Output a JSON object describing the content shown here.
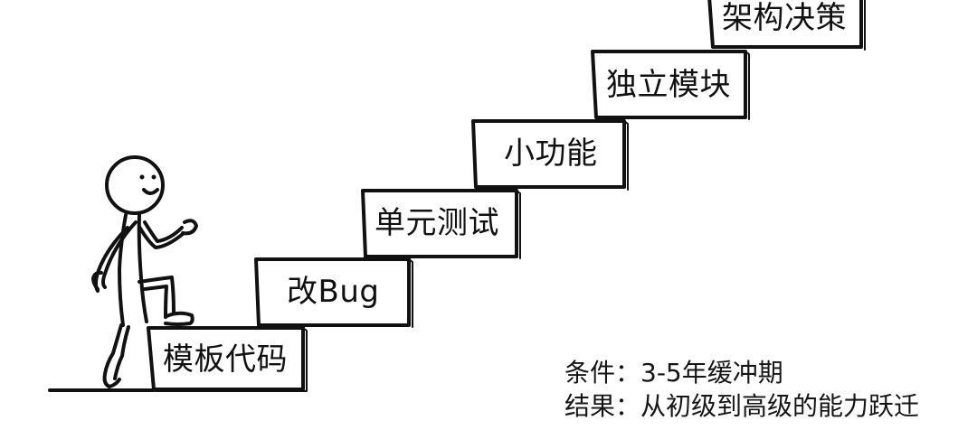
{
  "steps": [
    {
      "label": "模板代码"
    },
    {
      "label": "改Bug"
    },
    {
      "label": "单元测试"
    },
    {
      "label": "小功能"
    },
    {
      "label": "独立模块"
    },
    {
      "label": "架构决策"
    }
  ],
  "notes": {
    "condition": "条件：3-5年缓冲期",
    "result": "结果：从初级到高级的能力跃迁"
  },
  "colors": {
    "ink": "#111111",
    "background": "#ffffff"
  }
}
